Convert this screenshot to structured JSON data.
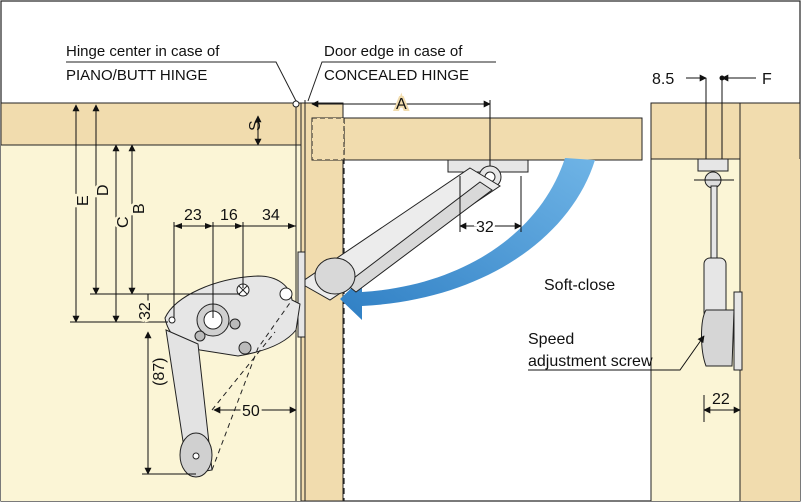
{
  "labels": {
    "hinge_center_line1": "Hinge center  in case of",
    "hinge_center_line2": "PIANO/BUTT HINGE",
    "door_edge_line1": "Door edge in case of",
    "door_edge_line2": "CONCEALED HINGE",
    "soft_close": "Soft-close",
    "speed_line1": "Speed",
    "speed_line2": "adjustment screw"
  },
  "dimensions": {
    "A": "A",
    "S": "S",
    "B": "B",
    "C": "C",
    "D": "D",
    "E": "E",
    "d23": "23",
    "d16": "16",
    "d34": "34",
    "d32_top": "32",
    "d32_side": "32",
    "d87": "(87)",
    "d50": "50",
    "d8_5": "8.5",
    "F": "F",
    "d22": "22"
  },
  "colors": {
    "wood": "#f1dcae",
    "wood_edge": "#e7c99a",
    "panel": "#fbf5d6",
    "arrow": "#3d8fd0",
    "line": "#1a1a1a",
    "metal": "#e6e6e6"
  }
}
